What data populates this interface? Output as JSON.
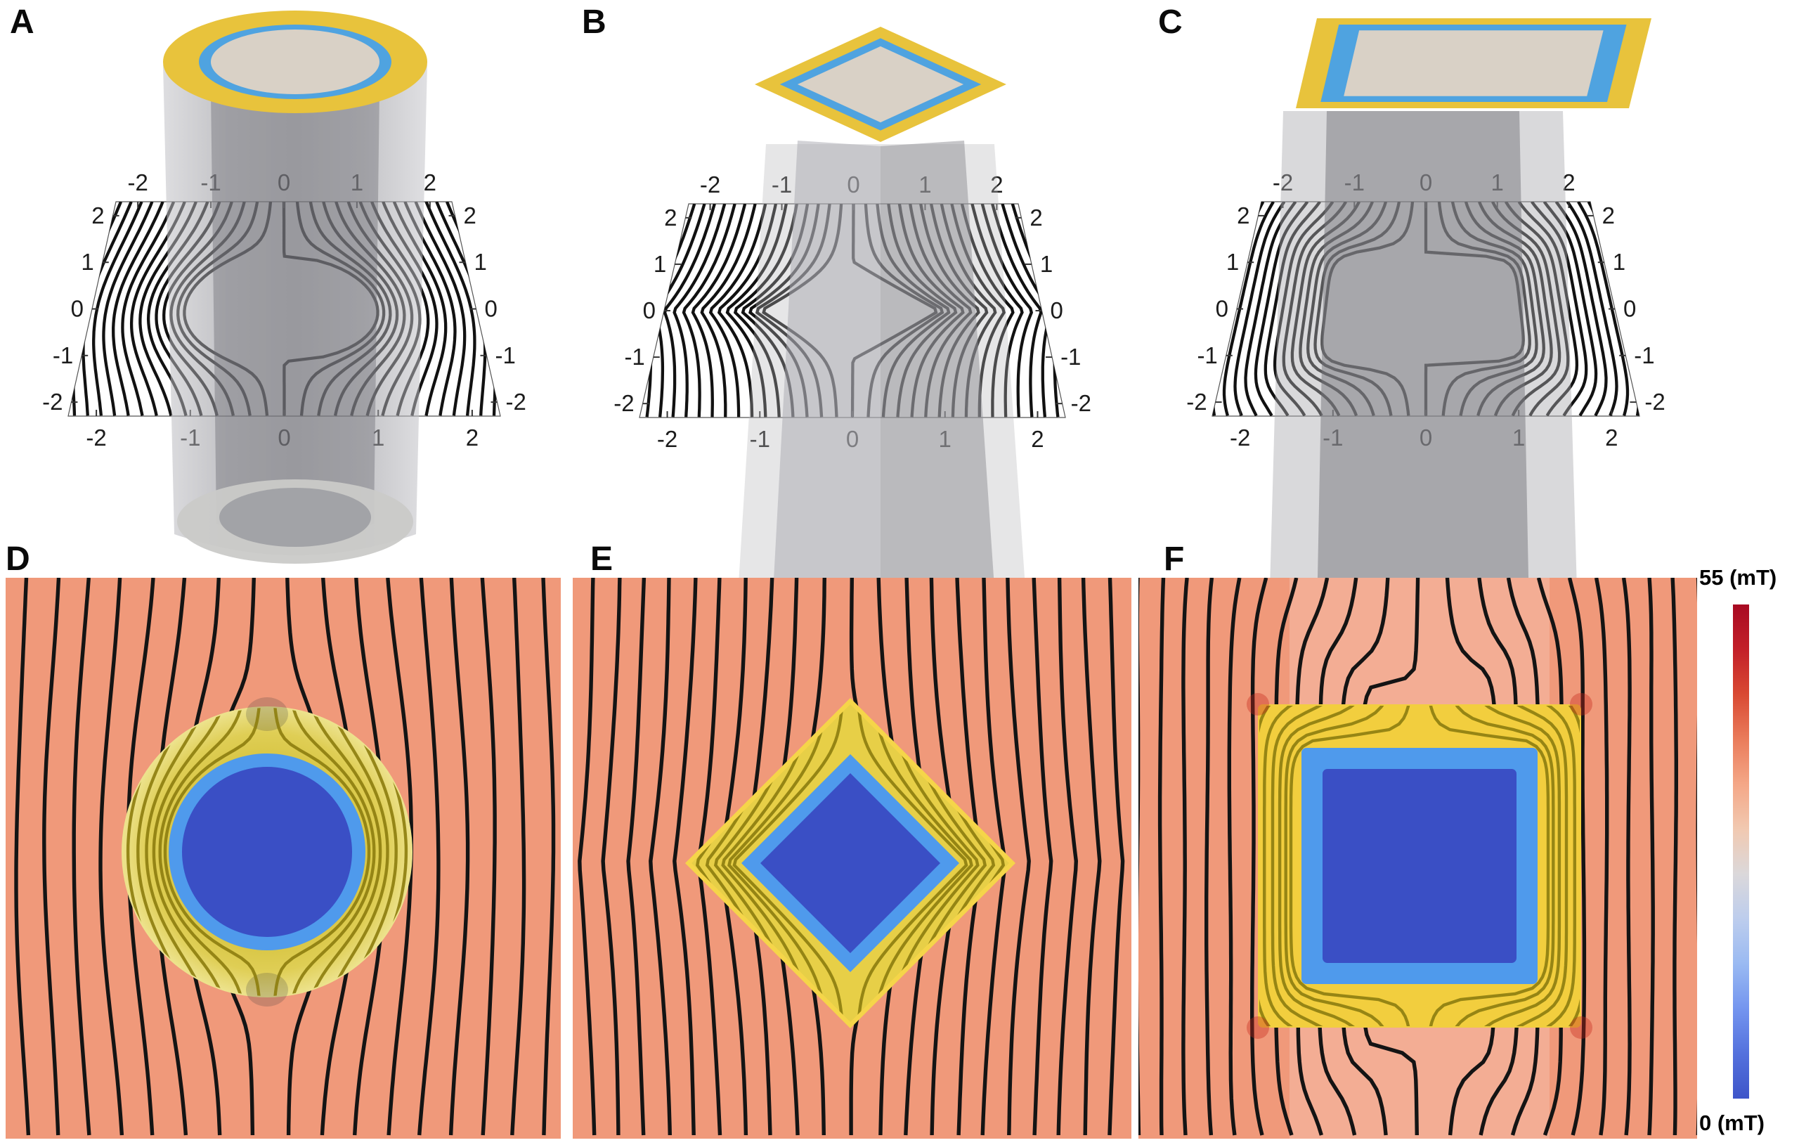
{
  "figure": {
    "panel_labels": [
      "A",
      "B",
      "C",
      "D",
      "E",
      "F"
    ],
    "colorbar": {
      "max_label": "55 (mT)",
      "min_label": "0 (mT)",
      "max_value": 55,
      "min_value": 0,
      "unit": "mT"
    },
    "axes": {
      "x_ticks": [
        "-2",
        "-1",
        "0",
        "1",
        "2"
      ],
      "y_ticks": [
        "2",
        "1",
        "0",
        "-1",
        "-2"
      ]
    },
    "colors": {
      "background": "#ffffff",
      "salmon": "#F0997A",
      "line_black": "#141414",
      "olive_line": "#8E7F10",
      "cloak_yellow": "#E2CC4C",
      "cloak_yellow_bright": "#F5D549",
      "cloak_yellow_band": "#E7CF47",
      "cloak_yellow_square": "#F2CE3E",
      "sc_light_blue": "#4F9AEC",
      "core_blue": "#3A4FC5",
      "top_cap_yellow": "#E8C33C",
      "top_cap_blue": "#4FA3E0",
      "top_cap_beige": "#D9D1C6",
      "glass_gray": "#8F8F95",
      "colorbar_stops": [
        "#A80A22",
        "#C32029",
        "#D94A33",
        "#EA7C5B",
        "#F4A787",
        "#F1C9B1",
        "#DBD8DA",
        "#BDCDED",
        "#9ABAF2",
        "#7495EF",
        "#5471DD",
        "#3E55C9"
      ]
    }
  },
  "chart_data": [
    {
      "panel": "A",
      "type": "line",
      "plot": "3d-streamline-cut-plane",
      "obstacle": "cylinder",
      "cloak_layers": [
        "ferromagnetic shell (yellow)",
        "superconducting shell (blue)",
        "inner bore (beige)"
      ],
      "x_range": [
        -2.3,
        2.3
      ],
      "y_range": [
        -2.3,
        2.3
      ],
      "x_ticks": [
        -2,
        -1,
        0,
        1,
        2
      ],
      "y_ticks": [
        2,
        1,
        0,
        -1,
        -2
      ],
      "streamlines": "uniform vertical field bending around cylindrical cloak",
      "streamline_count": 33
    },
    {
      "panel": "B",
      "type": "line",
      "plot": "3d-streamline-cut-plane",
      "obstacle": "square prism rotated 45 degrees",
      "cloak_layers": [
        "ferromagnetic shell (yellow)",
        "superconducting shell (blue)",
        "inner bore (beige)"
      ],
      "x_range": [
        -2.3,
        2.3
      ],
      "y_range": [
        -2.3,
        2.3
      ],
      "x_ticks": [
        -2,
        -1,
        0,
        1,
        2
      ],
      "y_ticks": [
        2,
        1,
        0,
        -1,
        -2
      ],
      "streamlines": "uniform vertical field bending around diamond cloak",
      "streamline_count": 33
    },
    {
      "panel": "C",
      "type": "line",
      "plot": "3d-streamline-cut-plane",
      "obstacle": "square prism",
      "cloak_layers": [
        "ferromagnetic shell (yellow)",
        "superconducting shell (blue)",
        "inner bore (beige)"
      ],
      "x_range": [
        -2.3,
        2.3
      ],
      "y_range": [
        -2.3,
        2.3
      ],
      "x_ticks": [
        -2,
        -1,
        0,
        1,
        2
      ],
      "y_ticks": [
        2,
        1,
        0,
        -1,
        -2
      ],
      "streamlines": "uniform vertical field bending around square cloak",
      "streamline_count": 33
    },
    {
      "panel": "D",
      "type": "heatmap",
      "plot": "2d-field-magnitude-with-streamlines",
      "obstacle": "circle",
      "layers": [
        "ferromagnet annulus (yellow) with internal streamlines",
        "superconductor ring (light blue)",
        "cloaked core (dark blue, ~0 mT)"
      ],
      "background_field": "uniform vertical (salmon, mid-scale)",
      "colorbar_min_mT": 0,
      "colorbar_max_mT": 55
    },
    {
      "panel": "E",
      "type": "heatmap",
      "plot": "2d-field-magnitude-with-streamlines",
      "obstacle": "diamond (square rotated 45 degrees)",
      "layers": [
        "ferromagnet frame (yellow) with internal streamlines",
        "superconductor frame (light blue)",
        "cloaked core (dark blue, ~0 mT)"
      ],
      "background_field": "uniform vertical (salmon, mid-scale)",
      "colorbar_min_mT": 0,
      "colorbar_max_mT": 55
    },
    {
      "panel": "F",
      "type": "heatmap",
      "plot": "2d-field-magnitude-with-streamlines",
      "obstacle": "square",
      "layers": [
        "ferromagnet frame (yellow) with internal streamlines",
        "superconductor frame (light blue)",
        "cloaked core (dark blue, ~0 mT)",
        "field hot spots at frame corners (red)"
      ],
      "background_field": "uniform vertical (salmon, mid-scale)",
      "colorbar_min_mT": 0,
      "colorbar_max_mT": 55
    }
  ]
}
